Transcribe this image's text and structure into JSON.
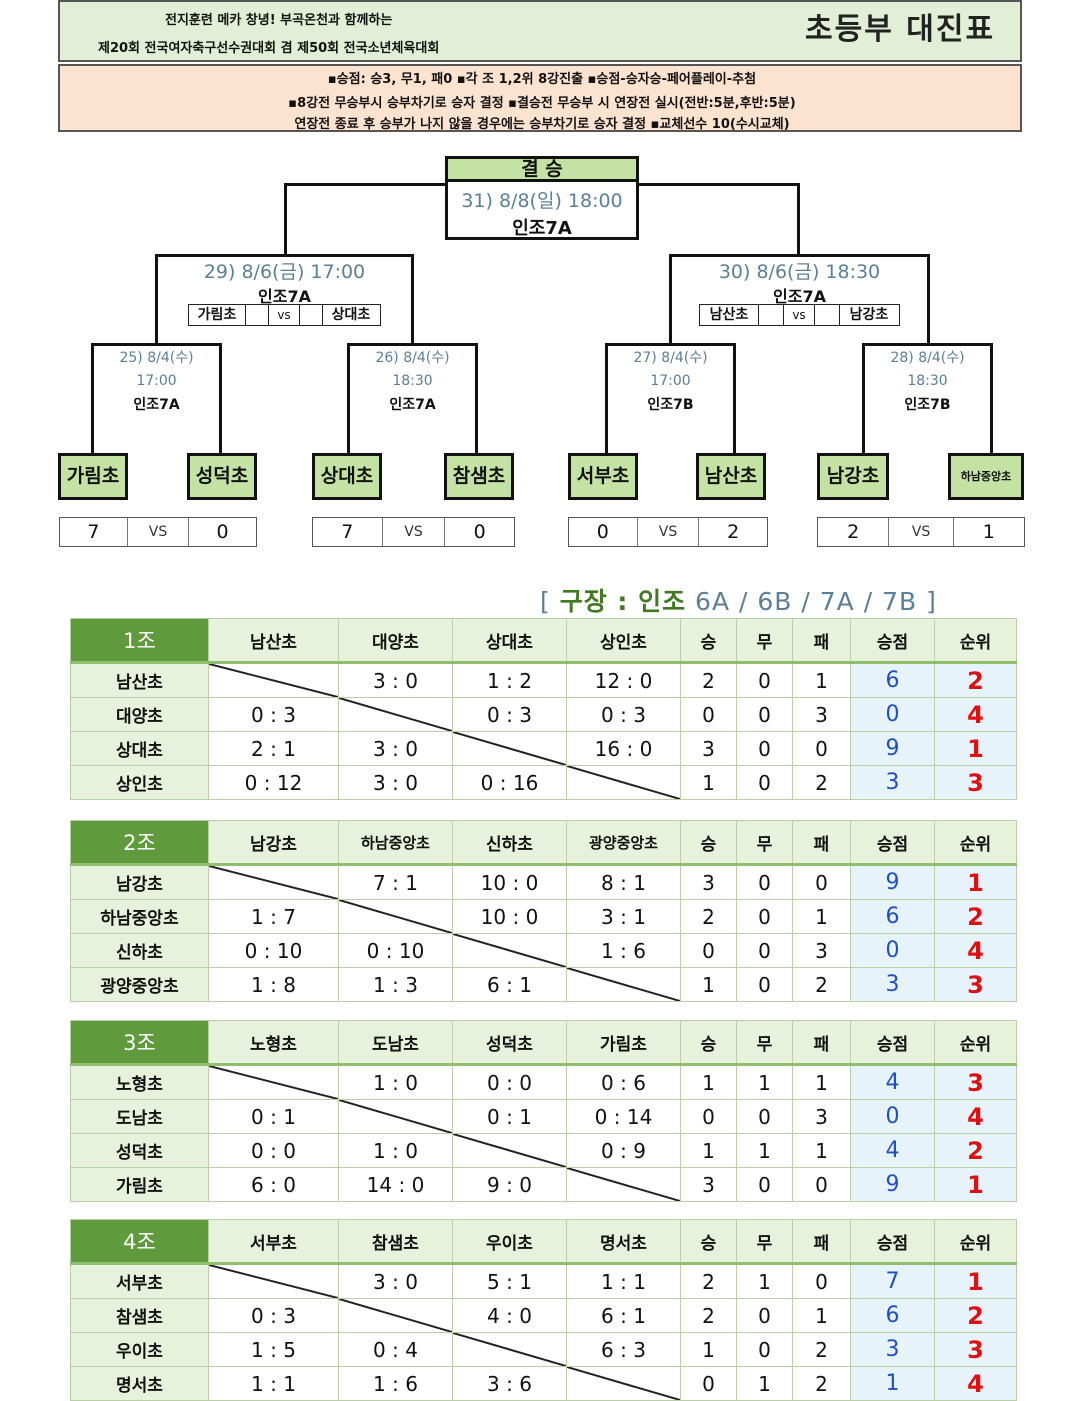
{
  "header": {
    "line1": "전지훈련 메카 창녕! 부곡온천과 함께하는",
    "line2": "제20회 전국여자축구선수권대회 겸 제50회 전국소년체육대회",
    "title": "초등부 대진표",
    "rules": [
      "▪승점: 승3, 무1, 패0   ▪각 조 1,2위 8강진출   ▪승점-승자승-페어플레이-추첨",
      "▪8강전 무승부시 승부차기로 승자 결정 ▪결승전 무승부 시 연장전 실시(전반:5분,후반:5분)",
      "연장전 종료 후 승부가 나지 않을 경우에는 승부차기로 승자 결정 ▪교체선수 10(수시교체)"
    ]
  },
  "bracket": {
    "final": {
      "title": "결 승",
      "time": "31) 8/8(일) 18:00",
      "venue": "인조7A"
    },
    "semis": [
      {
        "time": "29) 8/6(금) 17:00",
        "venue": "인조7A",
        "team1": "가림초",
        "vs": "vs",
        "team2": "상대초"
      },
      {
        "time": "30) 8/6(금) 18:30",
        "venue": "인조7A",
        "team1": "남산초",
        "vs": "vs",
        "team2": "남강초"
      }
    ],
    "quarters": [
      {
        "date": "25) 8/4(수)",
        "time": "17:00",
        "venue": "인조7A"
      },
      {
        "date": "26) 8/4(수)",
        "time": "18:30",
        "venue": "인조7A"
      },
      {
        "date": "27) 8/4(수)",
        "time": "17:00",
        "venue": "인조7B"
      },
      {
        "date": "28) 8/4(수)",
        "time": "18:30",
        "venue": "인조7B"
      }
    ],
    "teams": [
      "가림초",
      "성덕초",
      "상대초",
      "참샘초",
      "서부초",
      "남산초",
      "남강초",
      "하남중앙초"
    ],
    "scores": [
      {
        "a": "7",
        "vs": "VS",
        "b": "0"
      },
      {
        "a": "7",
        "vs": "VS",
        "b": "0"
      },
      {
        "a": "0",
        "vs": "VS",
        "b": "2"
      },
      {
        "a": "2",
        "vs": "VS",
        "b": "1"
      }
    ]
  },
  "stadium": {
    "open": "[ ",
    "label": "구장 : 인조",
    "fields": " 6A / 6B / 7A / 7B ]"
  },
  "groups": [
    {
      "name": "1조",
      "columns": [
        "남산초",
        "대양초",
        "상대초",
        "상인초",
        "승",
        "무",
        "패",
        "승점",
        "순위"
      ],
      "rows": [
        {
          "team": "남산초",
          "r": [
            "",
            "3 : 0",
            "1 : 2",
            "12 : 0"
          ],
          "w": "2",
          "d": "0",
          "l": "1",
          "pts": "6",
          "rank": "2"
        },
        {
          "team": "대양초",
          "r": [
            "0 : 3",
            "",
            "0 : 3",
            "0 : 3"
          ],
          "w": "0",
          "d": "0",
          "l": "3",
          "pts": "0",
          "rank": "4"
        },
        {
          "team": "상대초",
          "r": [
            "2 : 1",
            "3 : 0",
            "",
            "16 : 0"
          ],
          "w": "3",
          "d": "0",
          "l": "0",
          "pts": "9",
          "rank": "1"
        },
        {
          "team": "상인초",
          "r": [
            "0 : 12",
            "3 : 0",
            "0 : 16",
            ""
          ],
          "w": "1",
          "d": "0",
          "l": "2",
          "pts": "3",
          "rank": "3"
        }
      ]
    },
    {
      "name": "2조",
      "columns": [
        "남강초",
        "하남중앙초",
        "신하초",
        "광양중앙초",
        "승",
        "무",
        "패",
        "승점",
        "순위"
      ],
      "rows": [
        {
          "team": "남강초",
          "r": [
            "",
            "7 : 1",
            "10 : 0",
            "8 : 1"
          ],
          "w": "3",
          "d": "0",
          "l": "0",
          "pts": "9",
          "rank": "1"
        },
        {
          "team": "하남중앙초",
          "r": [
            "1 : 7",
            "",
            "10 : 0",
            "3 : 1"
          ],
          "w": "2",
          "d": "0",
          "l": "1",
          "pts": "6",
          "rank": "2"
        },
        {
          "team": "신하초",
          "r": [
            "0 : 10",
            "0 : 10",
            "",
            "1 : 6"
          ],
          "w": "0",
          "d": "0",
          "l": "3",
          "pts": "0",
          "rank": "4"
        },
        {
          "team": "광양중앙초",
          "r": [
            "1 : 8",
            "1 : 3",
            "6 : 1",
            ""
          ],
          "w": "1",
          "d": "0",
          "l": "2",
          "pts": "3",
          "rank": "3"
        }
      ]
    },
    {
      "name": "3조",
      "columns": [
        "노형초",
        "도남초",
        "성덕초",
        "가림초",
        "승",
        "무",
        "패",
        "승점",
        "순위"
      ],
      "rows": [
        {
          "team": "노형초",
          "r": [
            "",
            "1 : 0",
            "0 : 0",
            "0 : 6"
          ],
          "w": "1",
          "d": "1",
          "l": "1",
          "pts": "4",
          "rank": "3"
        },
        {
          "team": "도남초",
          "r": [
            "0 : 1",
            "",
            "0 : 1",
            "0 : 14"
          ],
          "w": "0",
          "d": "0",
          "l": "3",
          "pts": "0",
          "rank": "4"
        },
        {
          "team": "성덕초",
          "r": [
            "0 : 0",
            "1 : 0",
            "",
            "0 : 9"
          ],
          "w": "1",
          "d": "1",
          "l": "1",
          "pts": "4",
          "rank": "2"
        },
        {
          "team": "가림초",
          "r": [
            "6 : 0",
            "14 : 0",
            "9 : 0",
            ""
          ],
          "w": "3",
          "d": "0",
          "l": "0",
          "pts": "9",
          "rank": "1"
        }
      ]
    },
    {
      "name": "4조",
      "columns": [
        "서부초",
        "참샘초",
        "우이초",
        "명서초",
        "승",
        "무",
        "패",
        "승점",
        "순위"
      ],
      "rows": [
        {
          "team": "서부초",
          "r": [
            "",
            "3 : 0",
            "5 : 1",
            "1 : 1"
          ],
          "w": "2",
          "d": "1",
          "l": "0",
          "pts": "7",
          "rank": "1"
        },
        {
          "team": "참샘초",
          "r": [
            "0 : 3",
            "",
            "4 : 0",
            "6 : 1"
          ],
          "w": "2",
          "d": "0",
          "l": "1",
          "pts": "6",
          "rank": "2"
        },
        {
          "team": "우이초",
          "r": [
            "1 : 5",
            "0 : 4",
            "",
            "6 : 3"
          ],
          "w": "1",
          "d": "0",
          "l": "2",
          "pts": "3",
          "rank": "3"
        },
        {
          "team": "명서초",
          "r": [
            "1 : 1",
            "1 : 6",
            "3 : 6",
            ""
          ],
          "w": "0",
          "d": "1",
          "l": "2",
          "pts": "1",
          "rank": "4"
        }
      ]
    }
  ]
}
